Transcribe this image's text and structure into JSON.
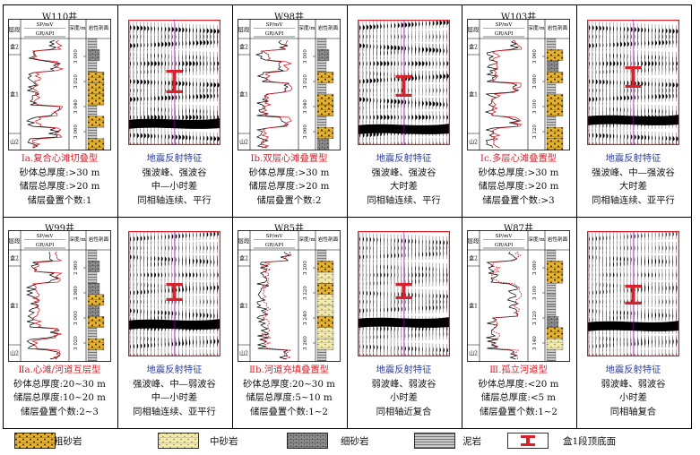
{
  "colors": {
    "red": "#d8212a",
    "blue": "#2a3e9a",
    "coarse": "#e6b22e",
    "medium": "#f0e8a4",
    "fine": "#8a8a8a",
    "mud": "#c4c4c4"
  },
  "wells": [
    {
      "title": "W110井",
      "layer_label": "层段",
      "sp_label": "SP/mV",
      "gr_label": "GR/API",
      "depth_label": "深度/m",
      "lith_label": "岩性剖面",
      "zones": [
        "盒2",
        "盒1",
        "山2"
      ],
      "depths": [
        "3 000",
        "3 020",
        "3 040",
        "3 060"
      ],
      "type_label": "Ⅰa.复合心滩切叠型",
      "props": [
        "砂体总厚度:>30 m",
        "储层总厚度:>20 m",
        "储层叠置个数:1"
      ],
      "refl_title": "地震反射特征",
      "refl_lines": [
        "强波峰、强波谷",
        "中—小时差"
      ],
      "refl_last": "同相轴连续、平行"
    },
    {
      "title": "W98井",
      "layer_label": "层段",
      "sp_label": "SP/mV",
      "gr_label": "GR/API",
      "depth_label": "深度/m",
      "lith_label": "岩性剖面",
      "zones": [
        "盒2",
        "盒1",
        "山2"
      ],
      "depths": [
        "3 000",
        "3 020",
        "3 040",
        "3 060"
      ],
      "type_label": "Ⅰb.双层心滩叠置型",
      "props": [
        "砂体总厚度:>30 m",
        "储层总厚度:>20 m",
        "储层叠置个数:2"
      ],
      "refl_title": "地震反射特征",
      "refl_lines": [
        "强波峰、强波谷",
        "大时差"
      ],
      "refl_last": "同相轴连续、平行"
    },
    {
      "title": "W103井",
      "layer_label": "层段",
      "sp_label": "SP/mV",
      "gr_label": "GR/API",
      "depth_label": "深度/m",
      "lith_label": "岩性剖面",
      "zones": [
        "盒2",
        "盒1",
        "山2"
      ],
      "depths": [
        "3 060",
        "3 080",
        "3 100",
        "3 120"
      ],
      "type_label": "Ⅰc.多层心滩叠置型",
      "props": [
        "砂体总厚度:>30 m",
        "储层总厚度:>20 m",
        "储层叠置个数:>3"
      ],
      "refl_title": "地震反射特征",
      "refl_lines": [
        "强波峰、中—强波谷",
        "大时差"
      ],
      "refl_last": "同相轴连续、亚平行"
    },
    {
      "title": "W99井",
      "layer_label": "层段",
      "sp_label": "SP/mV",
      "gr_label": "GR/API",
      "depth_label": "深度/m",
      "lith_label": "岩性剖面",
      "zones": [
        "盒2",
        "盒1",
        "山2"
      ],
      "depths": [
        "2 960",
        "2 980",
        "3 000",
        "3 020"
      ],
      "type_label": "Ⅱa.心滩/河道互层型",
      "props": [
        "砂体总厚度:20~30 m",
        "储层总厚度:10~20 m",
        "储层叠置个数:2~3"
      ],
      "refl_title": "地震反射特征",
      "refl_lines": [
        "强波峰、中—弱波谷",
        "中—小时差"
      ],
      "refl_last": "同相轴连续、亚平行"
    },
    {
      "title": "W85井",
      "layer_label": "层段",
      "sp_label": "SP/mV",
      "gr_label": "GR/API",
      "depth_label": "深度/m",
      "lith_label": "岩性剖面",
      "zones": [
        "盒2",
        "盒1",
        "山2"
      ],
      "depths": [
        "3 200",
        "3 220",
        "3 240",
        "3 260"
      ],
      "type_label": "Ⅱb.河道充填叠置型",
      "props": [
        "砂体总厚度:20~30 m",
        "储层总厚度:5~10 m",
        "储层叠置个数:1~2"
      ],
      "refl_title": "地震反射特征",
      "refl_lines": [
        "弱波峰、弱波谷",
        "小时差"
      ],
      "refl_last": "同相轴近复合"
    },
    {
      "title": "W87井",
      "layer_label": "层段",
      "sp_label": "SP/mV",
      "gr_label": "GR/API",
      "depth_label": "深度/m",
      "lith_label": "岩性剖面",
      "zones": [
        "盒2",
        "盒1",
        "山2"
      ],
      "depths": [
        "3 080",
        "3 100",
        "3 120",
        "3 140"
      ],
      "type_label": "Ⅲ.孤立河道型",
      "props": [
        "砂体总厚度:<20 m",
        "储层总厚度:<5 m",
        "储层叠置个数:1~2"
      ],
      "refl_title": "地震反射特征",
      "refl_lines": [
        "弱波峰、弱波谷",
        "小时差"
      ],
      "refl_last": "同相轴复合"
    }
  ],
  "legend": [
    {
      "name": "coarse",
      "label": "粗砂岩"
    },
    {
      "name": "medium",
      "label": "中砂岩"
    },
    {
      "name": "fine",
      "label": "细砂岩"
    },
    {
      "name": "mud",
      "label": "泥岩"
    },
    {
      "name": "marker",
      "label": "盒1段顶底面"
    }
  ]
}
